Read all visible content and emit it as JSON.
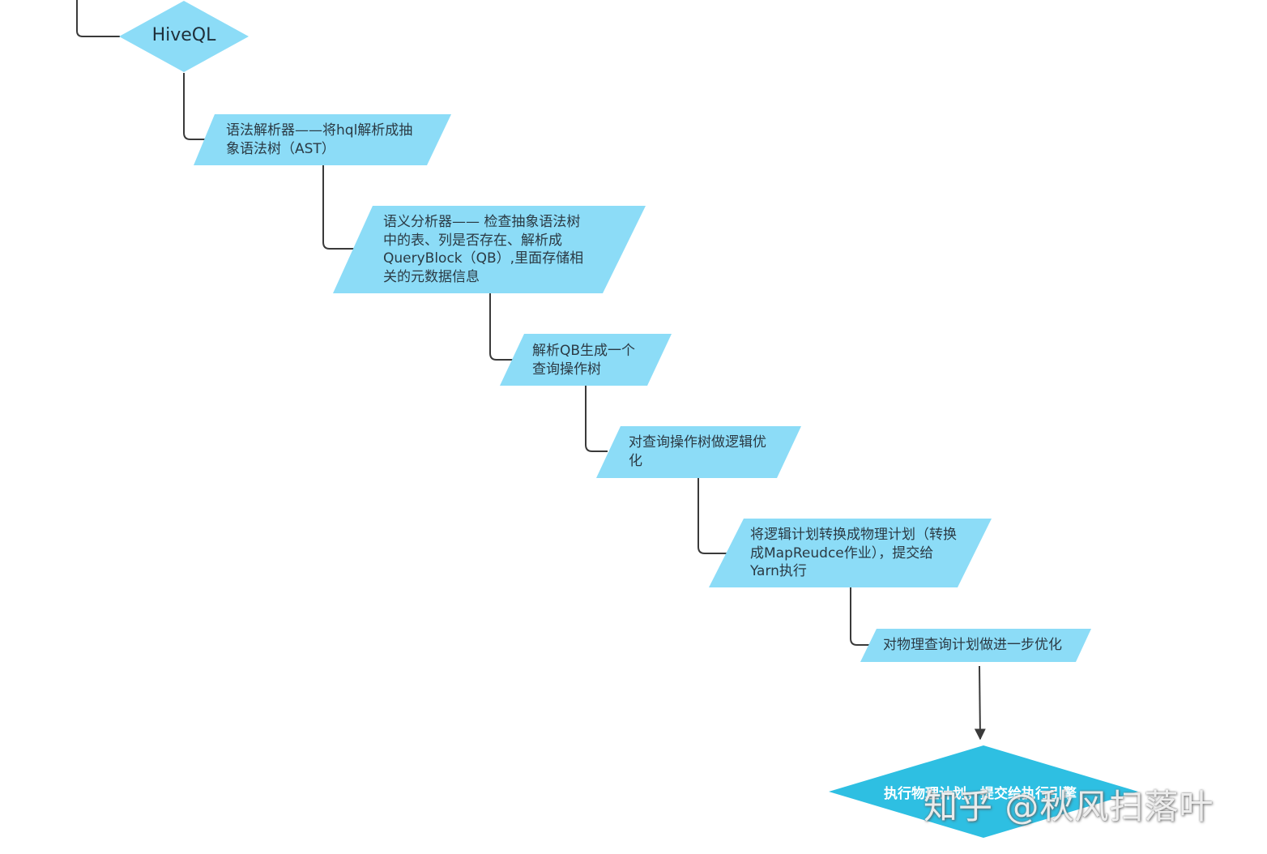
{
  "diagram": {
    "colors": {
      "parallelogram_fill": "#8cdcf7",
      "end_diamond_fill": "#2ebfe2",
      "start_diamond_fill": "#8cdcf7",
      "connector": "#3a3a3a"
    },
    "start_node": {
      "label": "HiveQL"
    },
    "steps": [
      {
        "label": "语法解析器——将hql解析成抽象语法树（AST）"
      },
      {
        "label": "语义分析器—— 检查抽象语法树中的表、列是否存在、解析成QueryBlock（QB）,里面存储相关的元数据信息"
      },
      {
        "label": "解析QB生成一个查询操作树"
      },
      {
        "label": "对查询操作树做逻辑优化"
      },
      {
        "label": "将逻辑计划转换成物理计划（转换成MapReudce作业），提交给Yarn执行"
      },
      {
        "label": "对物理查询计划做进一步优化"
      }
    ],
    "end_node": {
      "label": "执行物理计划，提交给执行引擎"
    },
    "watermark": "知乎 @秋风扫落叶"
  }
}
